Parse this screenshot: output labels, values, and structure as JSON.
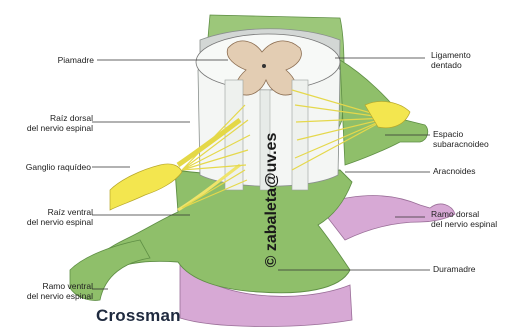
{
  "labels": {
    "piamadre": "Piamadre",
    "raiz_dorsal": "Raíz dorsal\ndel nervio espinal",
    "ganglio": "Ganglio raquídeo",
    "raiz_ventral": "Raíz ventral\ndel nervio espinal",
    "ramo_ventral": "Ramo ventral\ndel nervio espinal",
    "ligamento": "Ligamento\ndentado",
    "espacio": "Espacio\nsubaracnoideo",
    "aracnoides": "Aracnoides",
    "ramo_dorsal": "Ramo dorsal\ndel nervio espinal",
    "duramadre": "Duramadre"
  },
  "watermark": "© zabaleta@uv.es",
  "credit": "Crossman",
  "colors": {
    "dura": "#8fbf6a",
    "dura_dark": "#5f8f45",
    "arachnoid_gray": "#d3d7d5",
    "cord_white": "#f4f6f4",
    "gray_matter": "#e3cdb3",
    "nerve_yellow": "#f3e64f",
    "ramus_pink": "#d7a9d5",
    "line": "#333333"
  }
}
